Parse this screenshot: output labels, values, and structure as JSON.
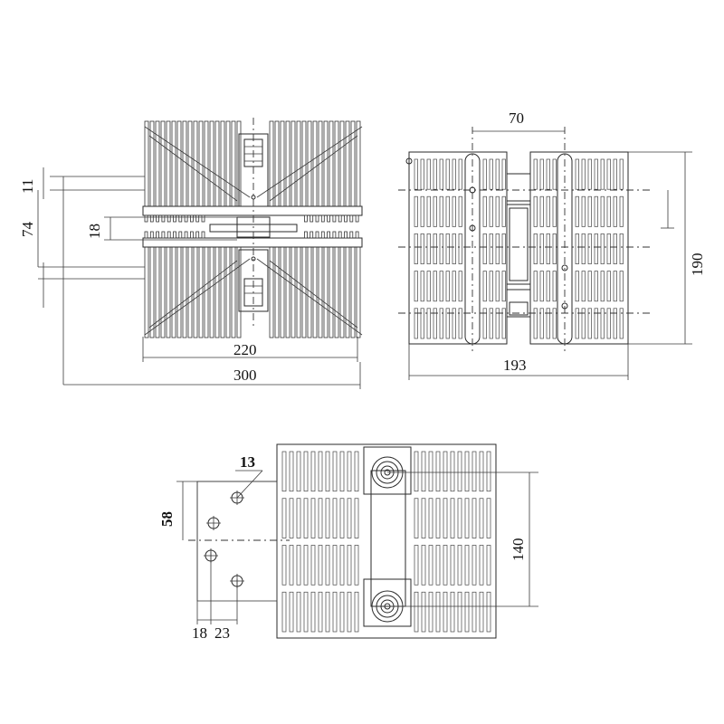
{
  "dimensions": {
    "front": {
      "d11": "11",
      "d74": "74",
      "d18": "18",
      "d220": "220",
      "d300": "300"
    },
    "side": {
      "d70": "70",
      "d190": "190",
      "d193": "193"
    },
    "bottom": {
      "d13": "13",
      "d58": "58",
      "d140": "140",
      "d18": "18",
      "d23": "23"
    }
  }
}
